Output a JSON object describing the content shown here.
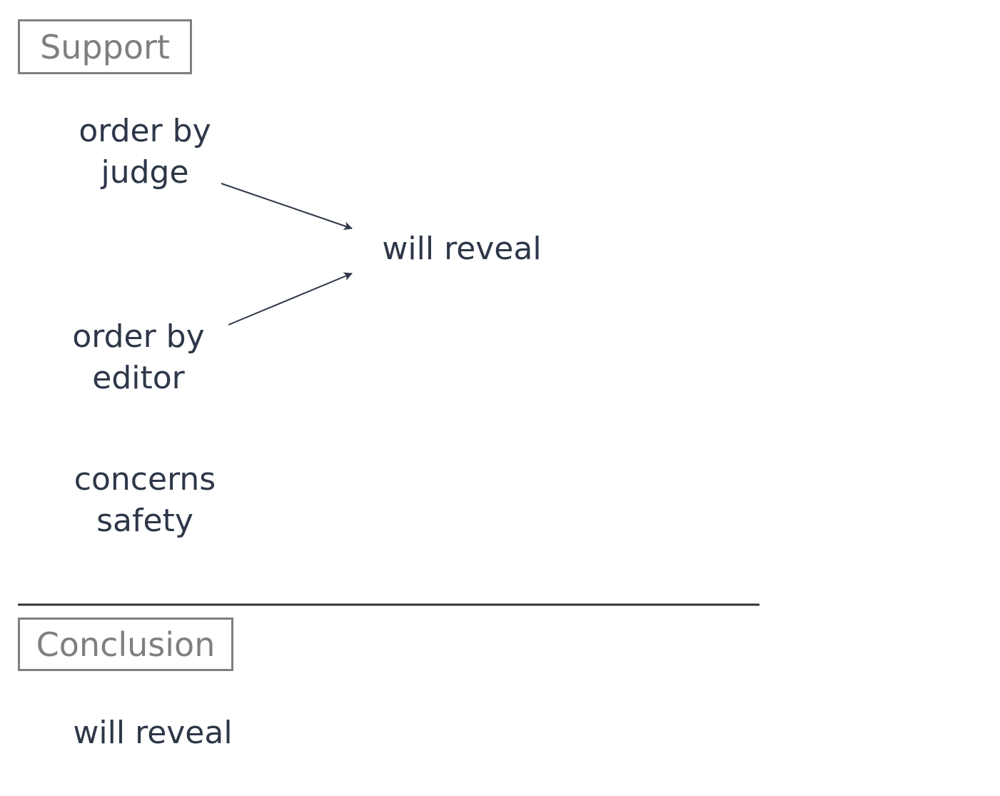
{
  "support": {
    "label": "Support",
    "nodes": {
      "judge": [
        "order by",
        "judge"
      ],
      "editor": [
        "order by",
        "editor"
      ],
      "safety": [
        "concerns",
        "safety"
      ],
      "reveal": "will reveal"
    }
  },
  "conclusion": {
    "label": "Conclusion",
    "text": "will reveal"
  },
  "edges": [
    {
      "from": "order by judge",
      "to": "will reveal"
    },
    {
      "from": "order by editor",
      "to": "will reveal"
    }
  ],
  "colors": {
    "text": "#2d3748",
    "label": "#7f7f7f",
    "rule": "#333333"
  }
}
